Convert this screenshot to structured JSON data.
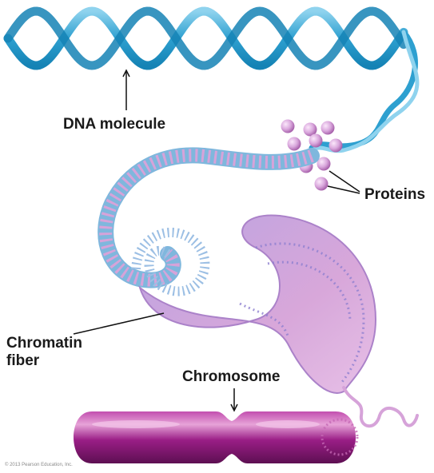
{
  "labels": {
    "dna": "DNA molecule",
    "proteins": "Proteins",
    "chromatin_line1": "Chromatin",
    "chromatin_line2": "fiber",
    "chromosome": "Chromosome"
  },
  "credit": "© 2013 Pearson Education, Inc.",
  "colors": {
    "dna_strand_dark": "#1583b5",
    "dna_strand_light": "#8fd3ee",
    "dna_rungs": "#ffffff",
    "protein_beads": "#d9a7dc",
    "protein_beads_shadow": "#a25aa6",
    "fiber_blue": "#7fb7dd",
    "fiber_pink": "#d6a3d9",
    "chromosome_body": "#9a1e86",
    "chromosome_highlight": "#d986c9",
    "leader_lines": "#111111"
  }
}
